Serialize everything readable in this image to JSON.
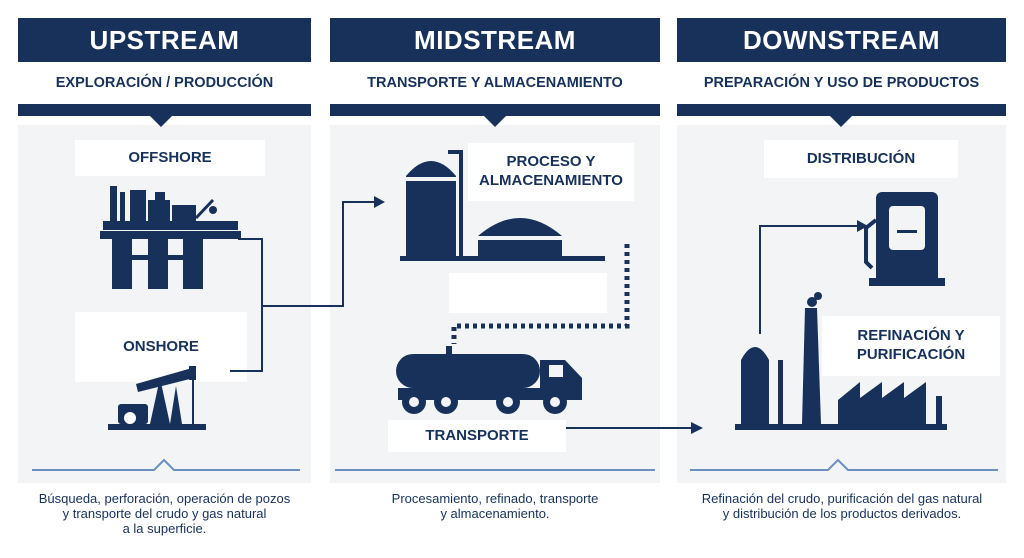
{
  "stages": [
    {
      "title": "UPSTREAM",
      "subtitle": "EXPLORACIÓN / PRODUCCIÓN",
      "items": [
        "OFFSHORE",
        "ONSHORE"
      ],
      "description": [
        "Búsqueda, perforación, operación de pozos",
        "y transporte del crudo y gas natural",
        "a la superficie."
      ]
    },
    {
      "title": "MIDSTREAM",
      "subtitle": "TRANSPORTE Y ALMACENAMIENTO",
      "items": [
        "PROCESO Y",
        "ALMACENAMIENTO",
        "TRANSPORTE"
      ],
      "description": [
        "Procesamiento, refinado, transporte",
        "y almacenamiento."
      ]
    },
    {
      "title": "DOWNSTREAM",
      "subtitle": "PREPARACIÓN Y USO DE PRODUCTOS",
      "items": [
        "DISTRIBUCIÓN",
        "REFINACIÓN Y",
        "PURIFICACIÓN"
      ],
      "description": [
        "Refinación del crudo, purificación del gas natural",
        "y distribución de los productos derivados."
      ]
    }
  ],
  "icons": [
    "offshore-platform-icon",
    "pumpjack-icon",
    "storage-tanks-icon",
    "tanker-truck-icon",
    "fuel-pump-icon",
    "refinery-icon"
  ],
  "colors": {
    "primary": "#17315a",
    "panel": "#f3f4f6",
    "background": "#ffffff"
  }
}
